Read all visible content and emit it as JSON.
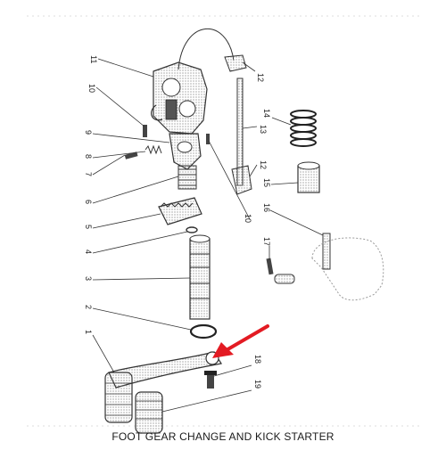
{
  "caption": "FOOT GEAR CHANGE AND KICK STARTER",
  "arrow_color": "#e31b23",
  "ink_color": "#2a2a2a",
  "part_labels": {
    "p1": "1",
    "p2": "2",
    "p3": "3",
    "p4": "4",
    "p5": "5",
    "p6": "6",
    "p7": "7",
    "p8": "8",
    "p9": "9",
    "p10a": "10",
    "p10b": "10",
    "p11": "11",
    "p12a": "12",
    "p12b": "12",
    "p13": "13",
    "p14": "14",
    "p15": "15",
    "p16": "16",
    "p17": "17",
    "p18": "18",
    "p19": "19"
  }
}
